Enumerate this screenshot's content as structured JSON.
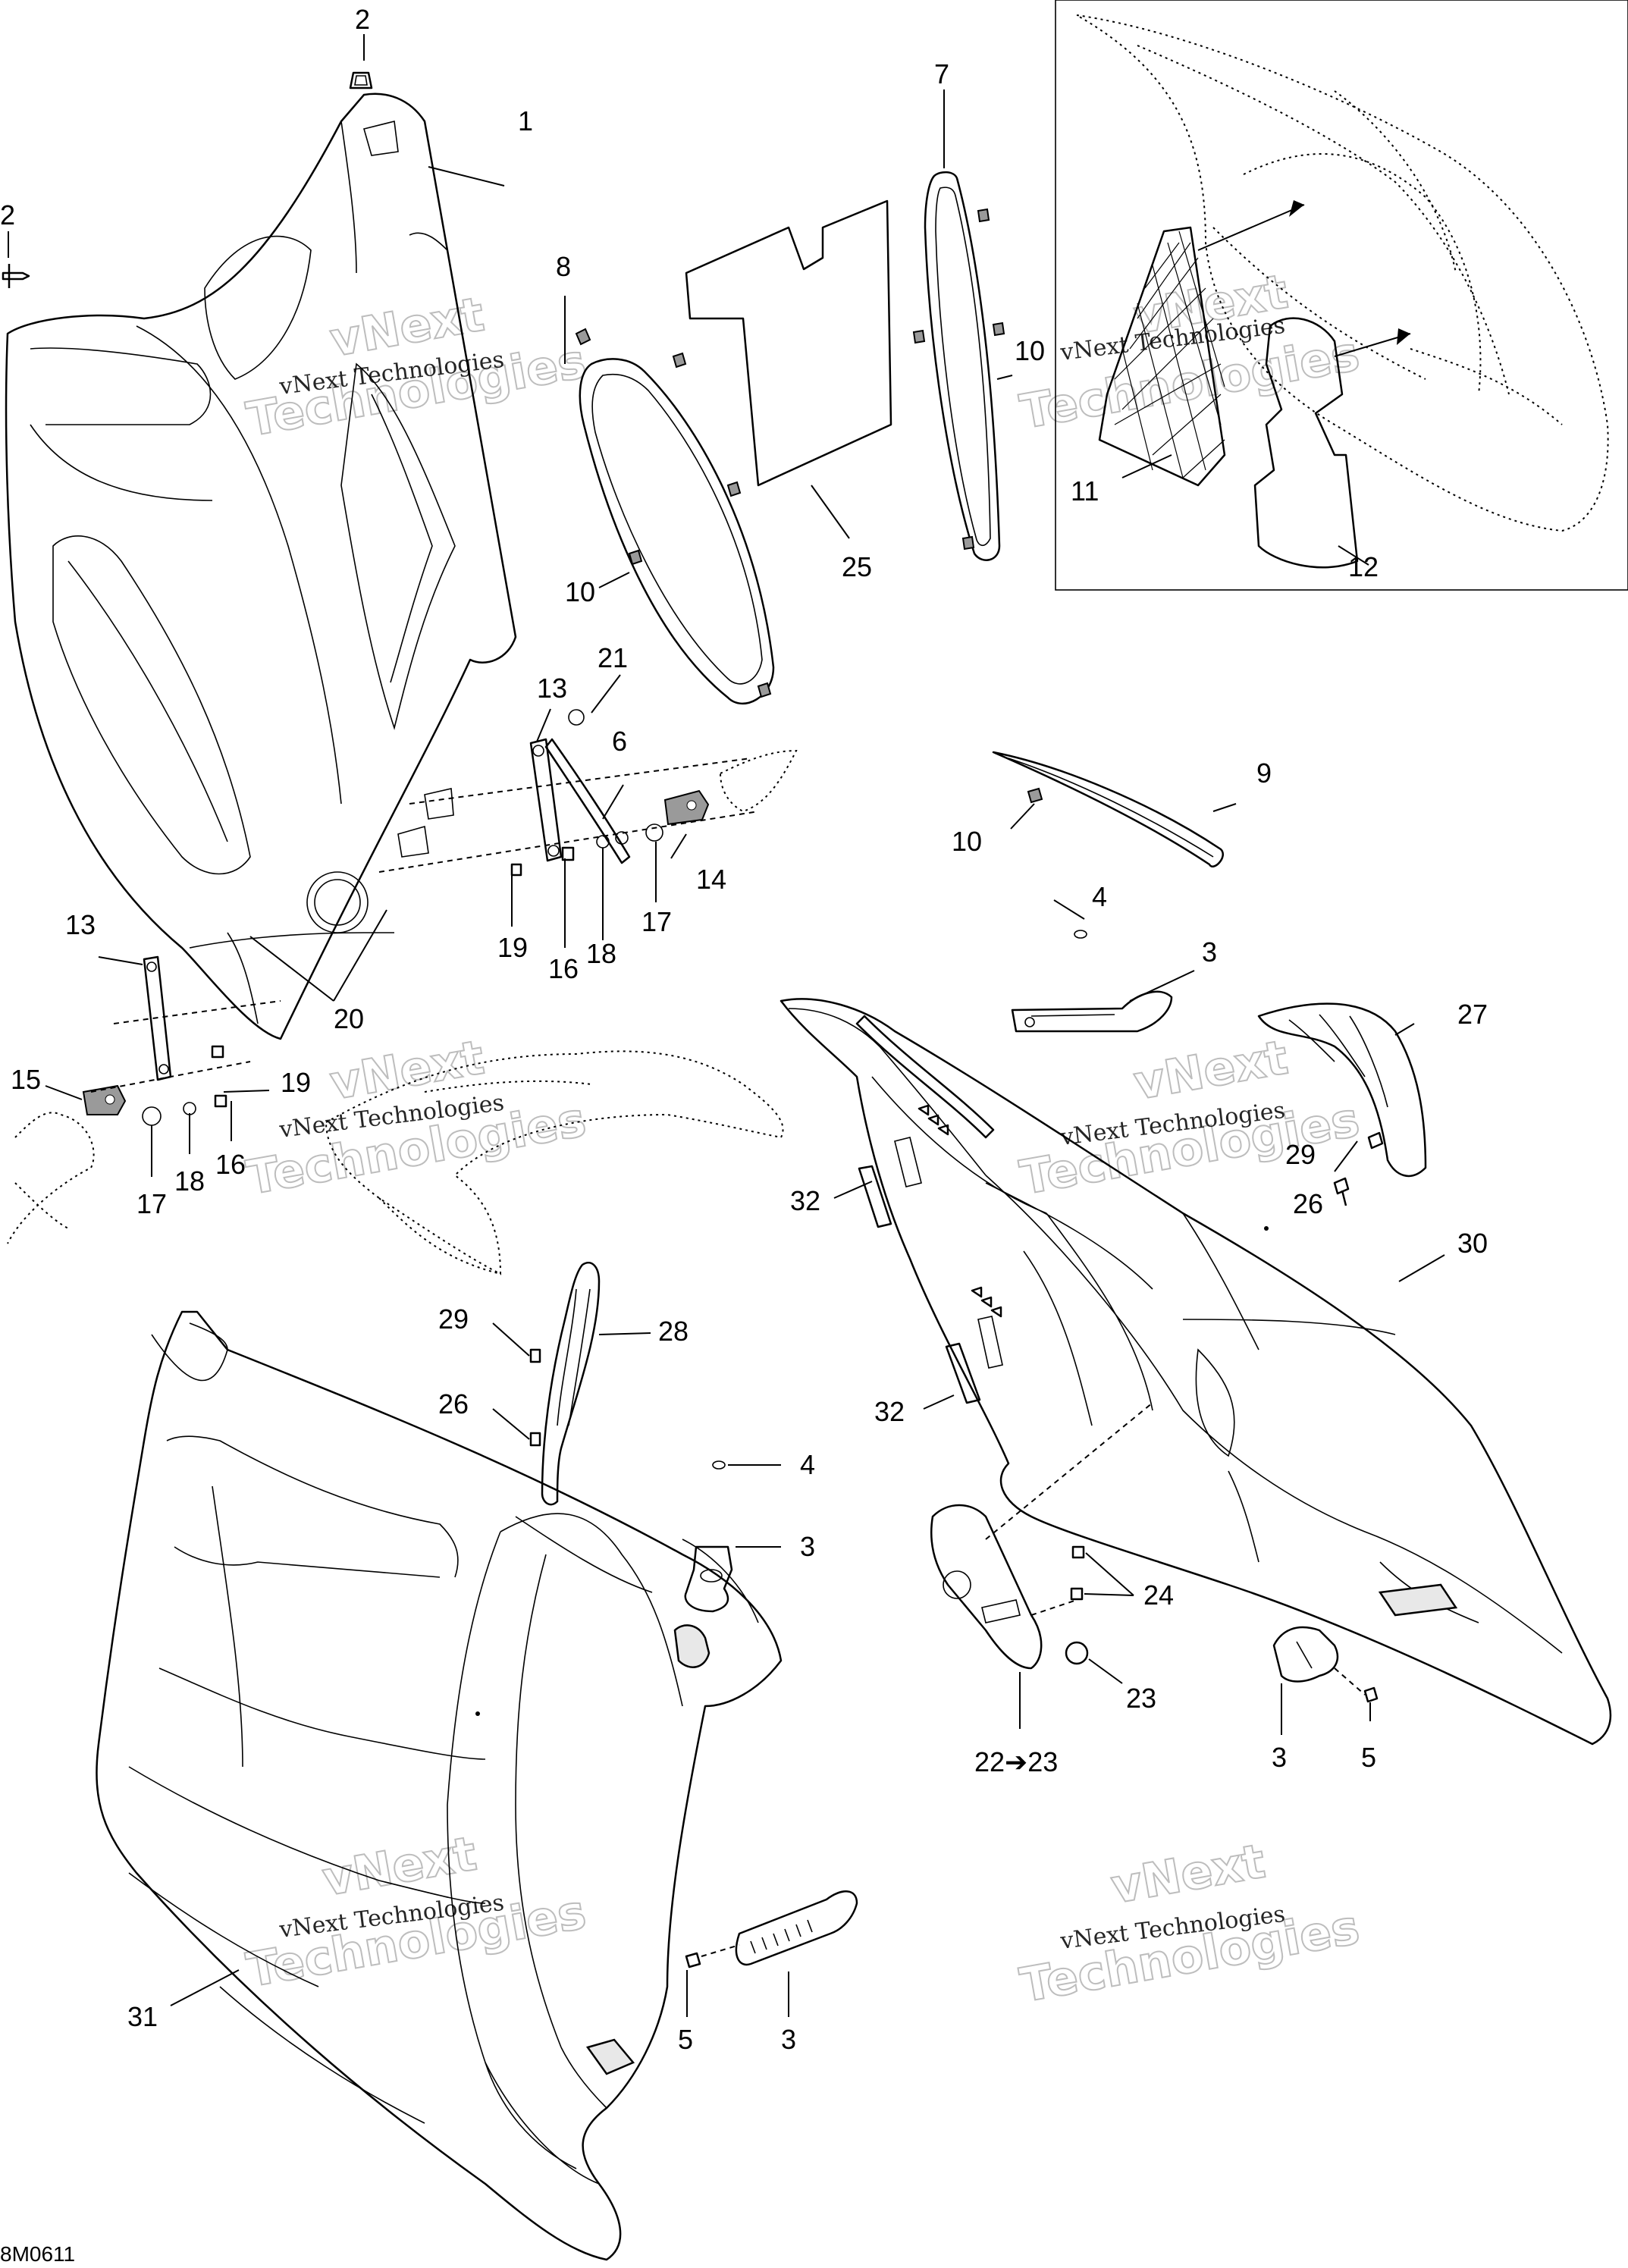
{
  "diagram": {
    "reference_code": "8M0611",
    "watermarks": [
      {
        "line1": "vNext Technologies",
        "line2": "vNext",
        "line3": "Technologies"
      },
      {
        "line1": "vNext Technologies",
        "line2": "vNext",
        "line3": "Technologies"
      },
      {
        "line1": "vNext Technologies",
        "line2": "vNext",
        "line3": "Technologies"
      },
      {
        "line1": "vNext Technologies",
        "line2": "vNext",
        "line3": "Technologies"
      },
      {
        "line1": "vNext Technologies",
        "line2": "vNext",
        "line3": "Technologies"
      }
    ],
    "callouts": [
      "2",
      "1",
      "2",
      "7",
      "8",
      "10",
      "25",
      "10",
      "11",
      "12",
      "21",
      "13",
      "6",
      "9",
      "10",
      "14",
      "17",
      "19",
      "16",
      "18",
      "13",
      "20",
      "4",
      "3",
      "27",
      "15",
      "19",
      "18",
      "16",
      "17",
      "29",
      "26",
      "32",
      "30",
      "29",
      "28",
      "26",
      "32",
      "4",
      "3",
      "24",
      "23",
      "22➔23",
      "3",
      "5",
      "31",
      "5",
      "3"
    ]
  }
}
